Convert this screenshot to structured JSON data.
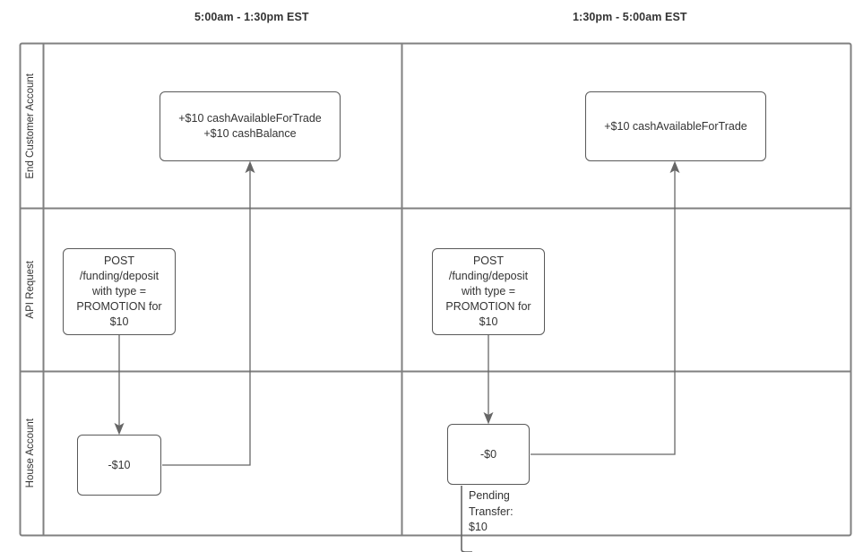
{
  "diagram": {
    "title_left": "5:00am - 1:30pm EST",
    "title_right": "1:30pm - 5:00am EST",
    "lanes": [
      {
        "id": "end-customer-account",
        "label": "End Customer Account"
      },
      {
        "id": "api-request",
        "label": "API Request"
      },
      {
        "id": "house-account",
        "label": "House Account"
      }
    ],
    "columns": [
      {
        "id": "morning",
        "label": "5:00am - 1:30pm EST"
      },
      {
        "id": "overnight",
        "label": "1:30pm - 5:00am EST"
      }
    ],
    "nodes": [
      {
        "id": "customer-credit-left",
        "lane": "End Customer Account",
        "column": "5:00am - 1:30pm EST",
        "text": "+$10 cashAvailableForTrade\n+$10 cashBalance"
      },
      {
        "id": "customer-credit-right",
        "lane": "End Customer Account",
        "column": "1:30pm - 5:00am EST",
        "text": "+$10 cashAvailableForTrade"
      },
      {
        "id": "api-request-left",
        "lane": "API Request",
        "column": "5:00am - 1:30pm EST",
        "text": "POST\n/funding/deposit\nwith type =\nPROMOTION for\n$10"
      },
      {
        "id": "api-request-right",
        "lane": "API Request",
        "column": "1:30pm - 5:00am EST",
        "text": "POST\n/funding/deposit\nwith type =\nPROMOTION for\n$10"
      },
      {
        "id": "house-debit-left",
        "lane": "House Account",
        "column": "5:00am - 1:30pm EST",
        "text": "-$10"
      },
      {
        "id": "house-debit-right",
        "lane": "House Account",
        "column": "1:30pm - 5:00am EST",
        "text": "-$0"
      }
    ],
    "annotations": [
      {
        "id": "pending-transfer",
        "text": "Pending\nTransfer:\n$10"
      }
    ],
    "colors": {
      "border": "#595959",
      "lane_border": "#808080",
      "connector": "#666666",
      "text": "#333333",
      "background": "#ffffff"
    }
  }
}
